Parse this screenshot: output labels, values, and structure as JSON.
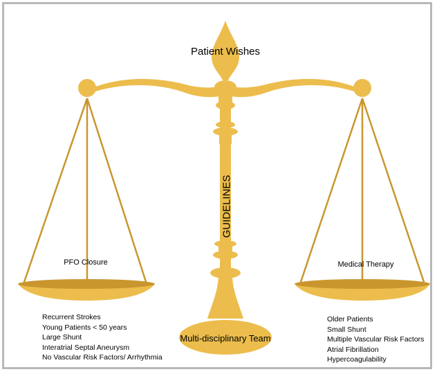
{
  "title": "Patient Wishes",
  "pillar_label": "GUIDELINES",
  "base_label": "Multi-disciplinary Team",
  "left_pan": {
    "label": "PFO Closure",
    "items": [
      "Recurrent Strokes",
      "Young Patients < 50 years",
      "Large Shunt",
      "Interatrial Septal Aneurysm",
      "No Vascular Risk Factors/ Arrhythmia"
    ]
  },
  "right_pan": {
    "label": "Medical Therapy",
    "items": [
      "Older Patients",
      "Small Shunt",
      "Multiple Vascular Risk Factors",
      "Atrial Fibrillation",
      "Hypercoagulability"
    ]
  },
  "colors": {
    "gold": "#ecbd4d",
    "gold_dark": "#c9962e",
    "frame": "#b8b8b8"
  }
}
